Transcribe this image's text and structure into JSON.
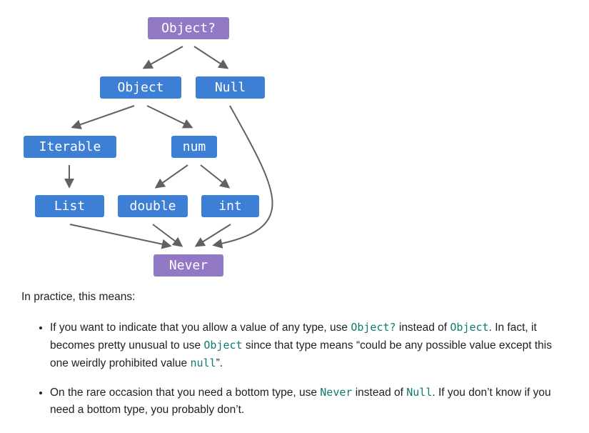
{
  "diagram": {
    "nodes": {
      "object_nullable": "Object?",
      "object": "Object",
      "null": "Null",
      "iterable": "Iterable",
      "num": "num",
      "list": "List",
      "double": "double",
      "int": "int",
      "never": "Never"
    },
    "edges": [
      [
        "Object?",
        "Object"
      ],
      [
        "Object?",
        "Null"
      ],
      [
        "Object",
        "Iterable"
      ],
      [
        "Object",
        "num"
      ],
      [
        "Iterable",
        "List"
      ],
      [
        "num",
        "double"
      ],
      [
        "num",
        "int"
      ],
      [
        "List",
        "Never"
      ],
      [
        "double",
        "Never"
      ],
      [
        "int",
        "Never"
      ],
      [
        "Null",
        "Never"
      ]
    ],
    "colors": {
      "class_node": "#3e7fd6",
      "special_node": "#9279c5",
      "arrow": "#616161"
    }
  },
  "text": {
    "intro": "In practice, this means:",
    "bullet1": {
      "t1": "If you want to indicate that you allow a value of any type, use ",
      "c1": "Object?",
      "t2": " instead of ",
      "c2": "Object",
      "t3": ". In fact, it becomes pretty unusual to use ",
      "c3": "Object",
      "t4": " since that type means “could be any possible value except this one weirdly prohibited value ",
      "c4": "null",
      "t5": "”."
    },
    "bullet2": {
      "t1": "On the rare occasion that you need a bottom type, use ",
      "c1": "Never",
      "t2": " instead of ",
      "c2": "Null",
      "t3": ". If you don’t know if you need a bottom type, you probably don’t."
    },
    "code_color": "#0d7a6f"
  }
}
